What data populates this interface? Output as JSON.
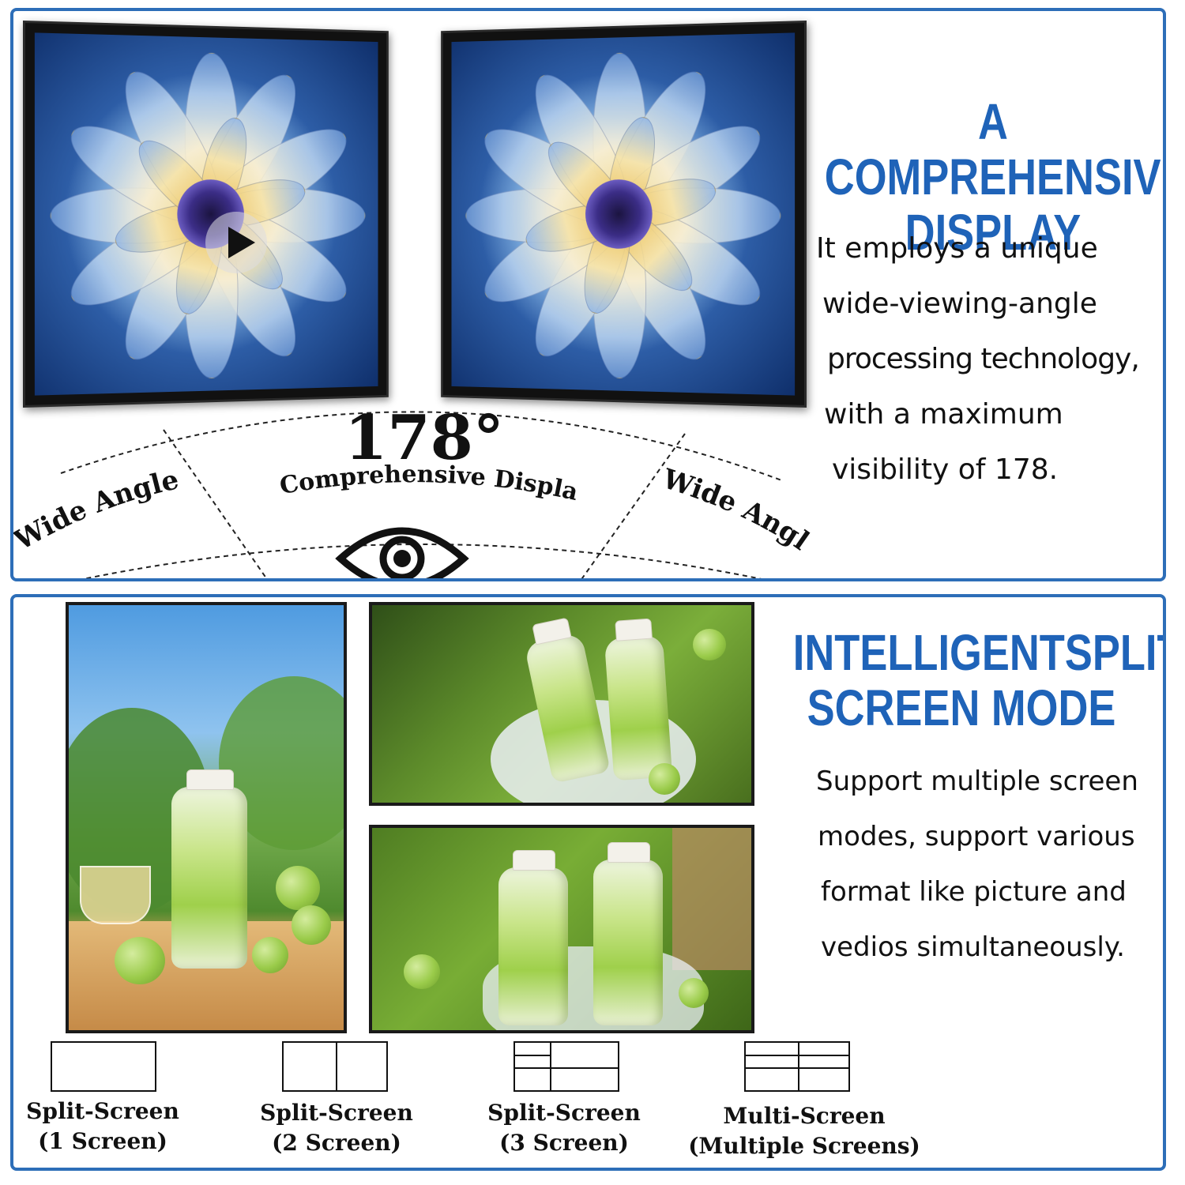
{
  "top_panel": {
    "headline_line1": "A COMPREHENSIVE",
    "headline_line2": "DISPLAY",
    "body_lines": [
      "It employs a unique",
      "wide-viewing-angle",
      "processing technology,",
      "with a maximum",
      "visibility of 178."
    ],
    "diagram": {
      "angle_value": "178°",
      "arc_caption": "A Comprehensive Display",
      "left_label": "Wide Angle",
      "right_label": "Wide Angle"
    }
  },
  "bottom_panel": {
    "headline_line1": "INTELLIGENTSPLIT-",
    "headline_line2": "SCREEN MODE",
    "body_lines": [
      "Support multiple screen",
      "modes, support various",
      "format like picture and",
      "vedios simultaneously."
    ],
    "modes": [
      {
        "line1": "Split-Screen",
        "line2": "(1 Screen)"
      },
      {
        "line1": "Split-Screen",
        "line2": "(2 Screen)"
      },
      {
        "line1": "Split-Screen",
        "line2": "(3 Screen)"
      },
      {
        "line1": "Multi-Screen",
        "line2": "(Multiple Screens)"
      }
    ]
  },
  "colors": {
    "accent_blue": "#1f63b8",
    "panel_border": "#2d6eb8"
  },
  "icons": [
    "play-icon",
    "eye-icon"
  ]
}
